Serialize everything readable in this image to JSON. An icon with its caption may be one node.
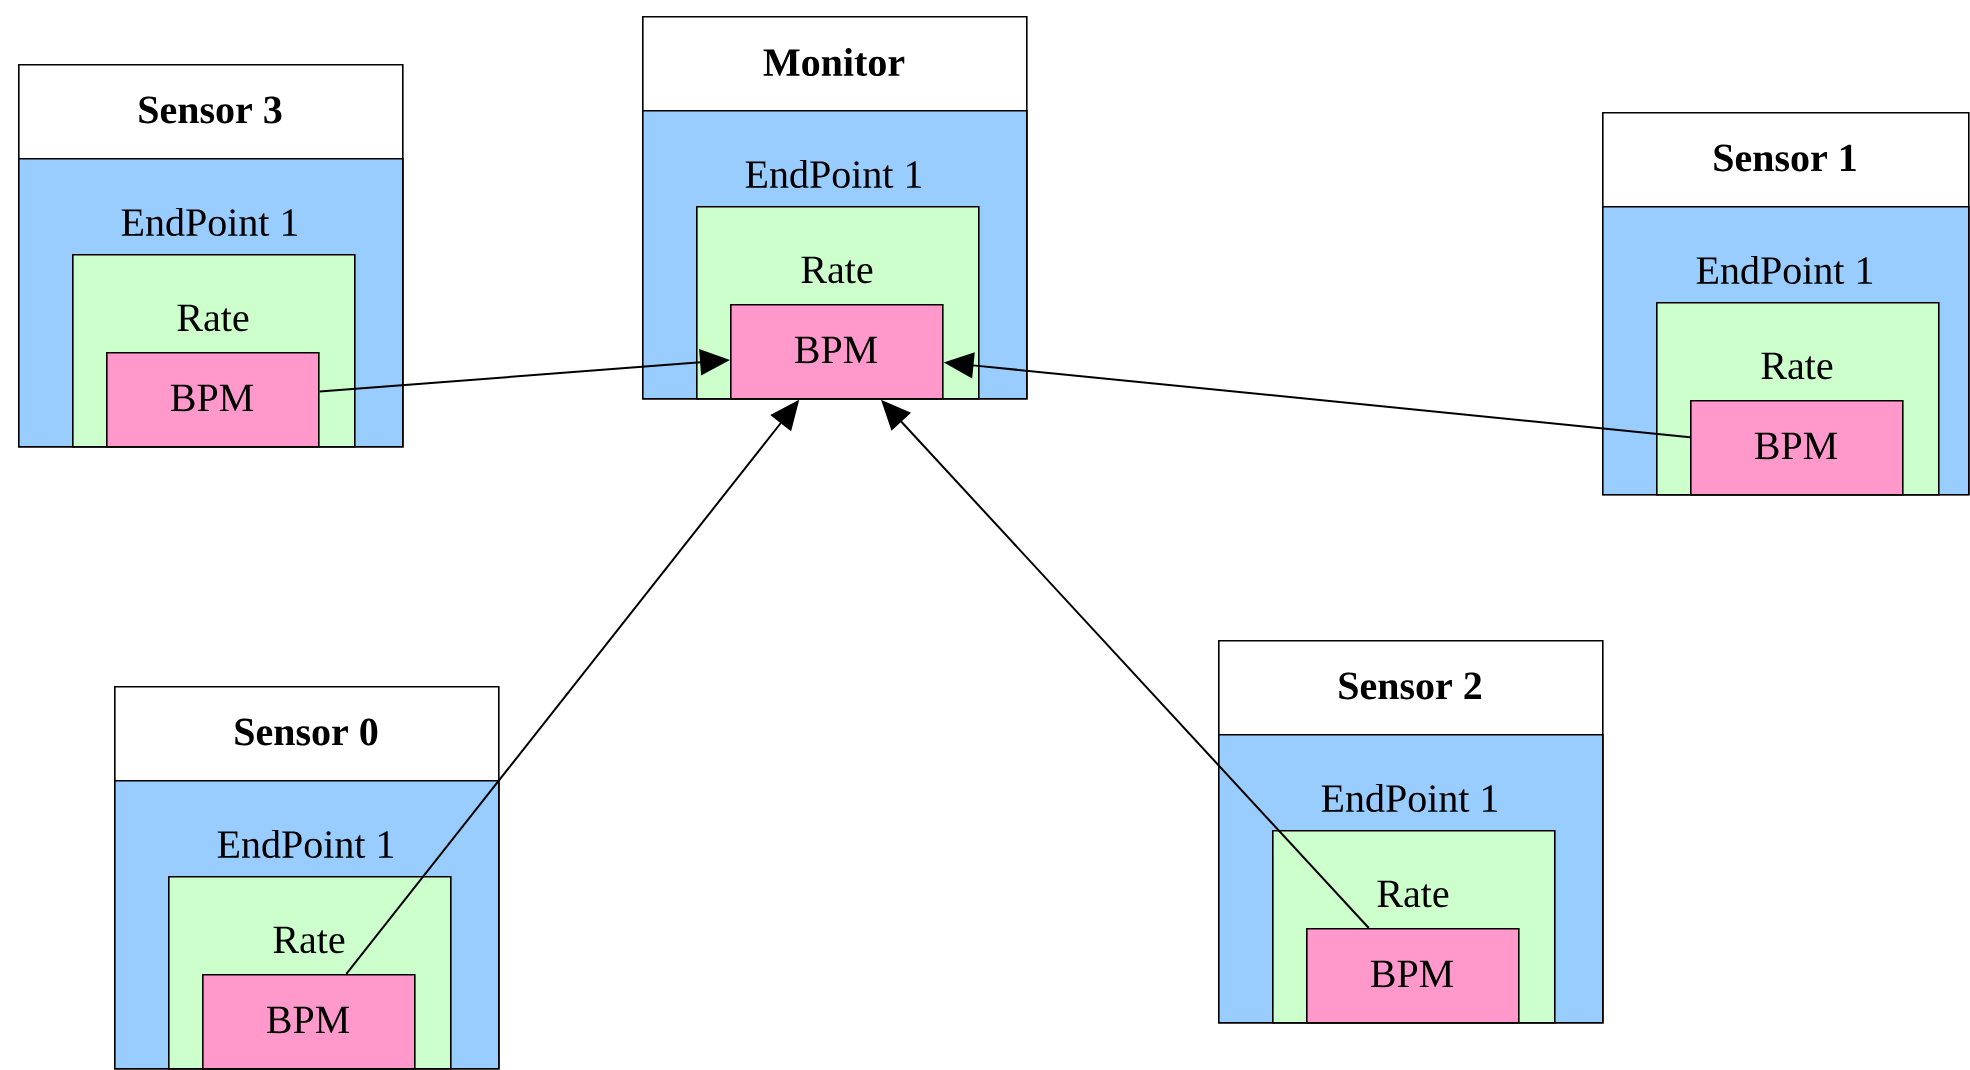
{
  "diagram": {
    "nodes": [
      {
        "text": [
          "Sensor 3"
        ]
      },
      {
        "text": [
          "EndPoint 1"
        ],
        "in": 0
      },
      {
        "text": [
          "Rate"
        ],
        "in": 1
      },
      {
        "text": [
          "BPM"
        ],
        "in": 2
      },
      {
        "text": [
          "Monitor"
        ]
      },
      {
        "text": [
          "EndPoint 1"
        ],
        "in": 4
      },
      {
        "text": [
          "Rate"
        ],
        "in": 5
      },
      {
        "text": [
          "BPM"
        ],
        "in": 6
      },
      {
        "text": [
          "Sensor 1"
        ]
      },
      {
        "text": [
          "EndPoint 1"
        ],
        "in": 8
      },
      {
        "text": [
          "Rate"
        ],
        "in": 9
      },
      {
        "text": [
          "BPM"
        ],
        "in": 10
      },
      {
        "text": [
          "Sensor 0"
        ]
      },
      {
        "text": [
          "EndPoint 1"
        ],
        "in": 12
      },
      {
        "text": [
          "Rate"
        ],
        "in": 13
      },
      {
        "text": [
          "BPM"
        ],
        "in": 14
      },
      {
        "text": [
          "Sensor 2"
        ]
      },
      {
        "text": [
          "EndPoint 1"
        ],
        "in": 16
      },
      {
        "text": [
          "Rate"
        ],
        "in": 17
      },
      {
        "text": [
          "BPM"
        ],
        "in": 18
      }
    ],
    "edges": [
      {
        "from": 3,
        "to": 7,
        "arrow": "to"
      },
      {
        "from": 11,
        "to": 7,
        "arrow": "to"
      },
      {
        "from": 15,
        "to": 7,
        "arrow": "to"
      },
      {
        "from": 19,
        "to": 7,
        "arrow": "to"
      }
    ]
  }
}
